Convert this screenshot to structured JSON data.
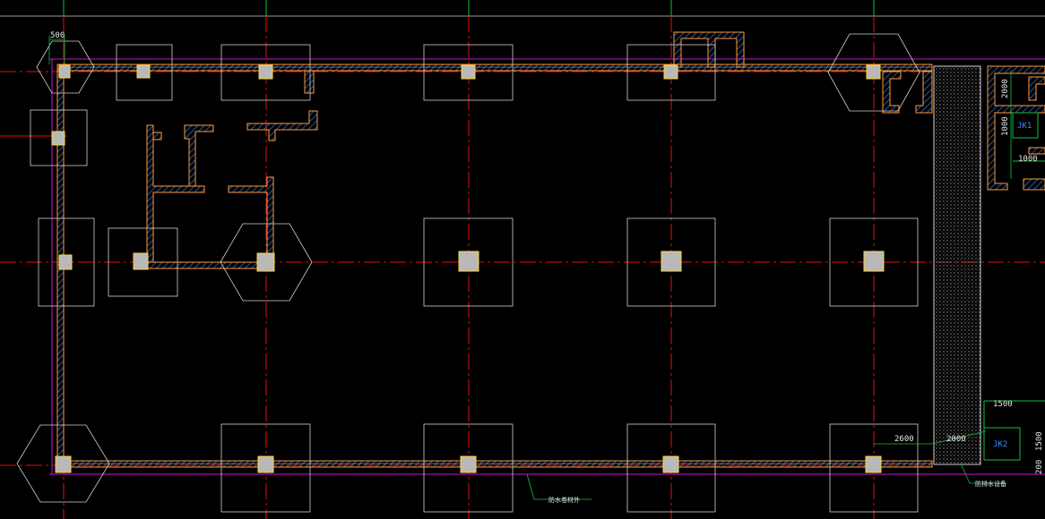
{
  "drawing": {
    "dimensions": {
      "top_left_width": "500",
      "right_vertical_upper": "2000",
      "right_vertical_lower": "1000",
      "right_horizontal_small": "1000",
      "bottom_right_top": "1500",
      "bottom_right_side": "1500",
      "bottom_dim_left": "2600",
      "bottom_dim_right": "2000",
      "bottom_right_edge": "200"
    },
    "tags": {
      "pit_1": "JK1",
      "pit_2": "JK2"
    },
    "notes": {
      "bottom_center": "防水卷材外",
      "bottom_right": "防排水设备"
    },
    "colors": {
      "axis": "#e01010",
      "wall": "#ff9a3c",
      "hatch": "#3a7bd5",
      "column": "#c8c8c8",
      "footing": "#d0d0d0",
      "boundary": "#d010d0",
      "green_line": "#10c040",
      "shaded_strip": "#9a9a9a"
    }
  }
}
